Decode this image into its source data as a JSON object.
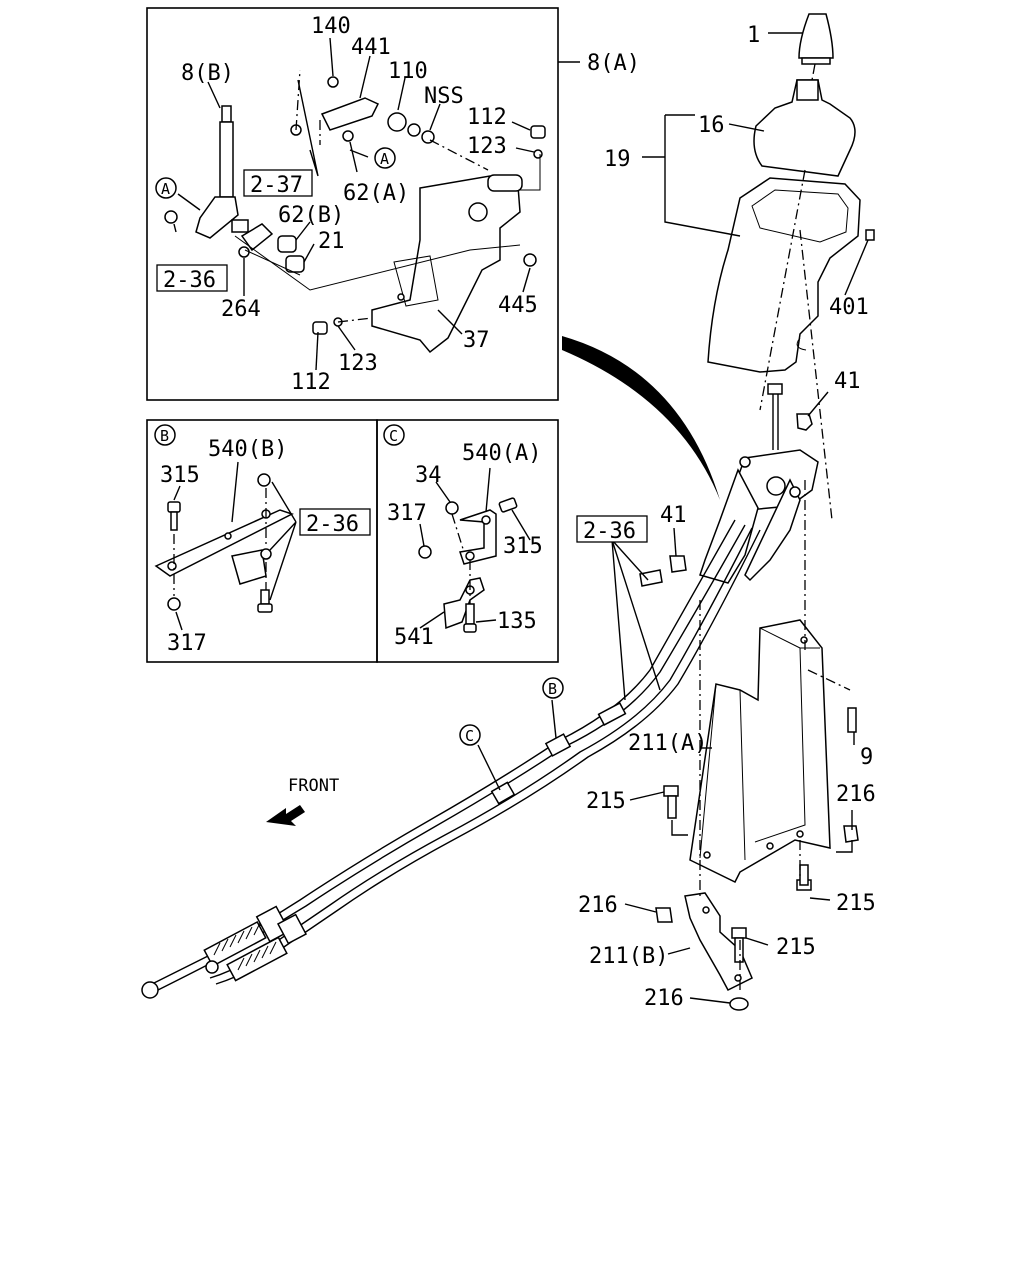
{
  "labels": {
    "p1": "1",
    "p16": "16",
    "p19": "19",
    "p8a": "8(A)",
    "p8b": "8(B)",
    "p140": "140",
    "p441": "441",
    "p110": "110",
    "nss": "NSS",
    "p112a": "112",
    "p123a": "123",
    "p62a": "62(A)",
    "p62b": "62(B)",
    "p21": "21",
    "p264": "264",
    "p445": "445",
    "p37": "37",
    "p123b": "123",
    "p112b": "112",
    "p401": "401",
    "p41a": "41",
    "p41b": "41",
    "p540b": "540(B)",
    "p315a": "315",
    "p317a": "317",
    "p34": "34",
    "p540a": "540(A)",
    "p317b": "317",
    "p315b": "315",
    "p541": "541",
    "p135": "135",
    "p211a": "211(A)",
    "p9": "9",
    "p215a": "215",
    "p216a": "216",
    "p215b": "215",
    "p216b": "216",
    "p215c": "215",
    "p211b": "211(B)",
    "p216c": "216"
  },
  "refs": {
    "r237": "2-37",
    "r236a": "2-36",
    "r236b": "2-36",
    "r236c": "2-36"
  },
  "callouts": {
    "a1": "A",
    "a2": "A",
    "b1": "B",
    "b2": "B",
    "c1": "C",
    "c2": "C"
  },
  "front": "FRONT"
}
